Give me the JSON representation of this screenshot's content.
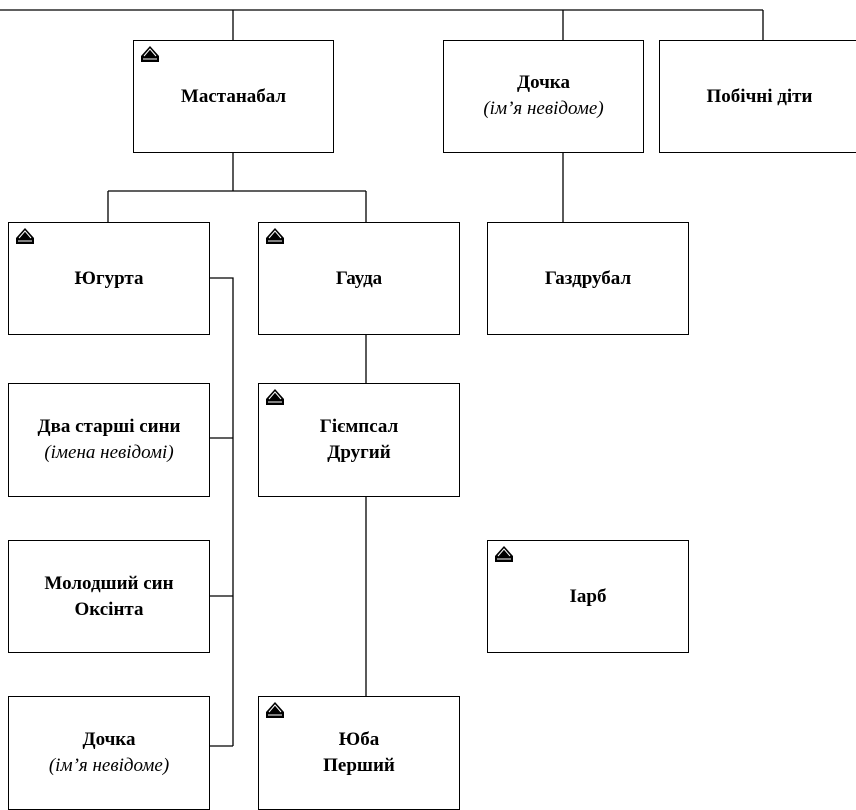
{
  "tree": {
    "mastanabal": {
      "name": "Мастанабал",
      "crown_icon": "crown-icon"
    },
    "daughter_top": {
      "name": "Дочка",
      "note": "(ім’я невідоме)"
    },
    "illegitimate": {
      "name": "Побічні діти"
    },
    "jugurtha": {
      "name": "Югурта",
      "crown_icon": "crown-icon"
    },
    "gauda": {
      "name": "Гауда",
      "crown_icon": "crown-icon"
    },
    "hasdrubal": {
      "name": "Газдрубал"
    },
    "elder_sons": {
      "name": "Два старші сини",
      "note": "(імена невідомі)"
    },
    "hiempsal": {
      "name_line1": "Гіємпсал",
      "name_line2": "Другий",
      "crown_icon": "crown-icon"
    },
    "younger_son": {
      "name_line1": "Молодший син",
      "name_line2": "Оксінта"
    },
    "iarbas": {
      "name": "Іарб",
      "crown_icon": "crown-icon"
    },
    "daughter_bottom": {
      "name": "Дочка",
      "note": "(ім’я невідоме)"
    },
    "juba": {
      "name_line1": "Юба",
      "name_line2": "Перший",
      "crown_icon": "crown-icon"
    }
  }
}
